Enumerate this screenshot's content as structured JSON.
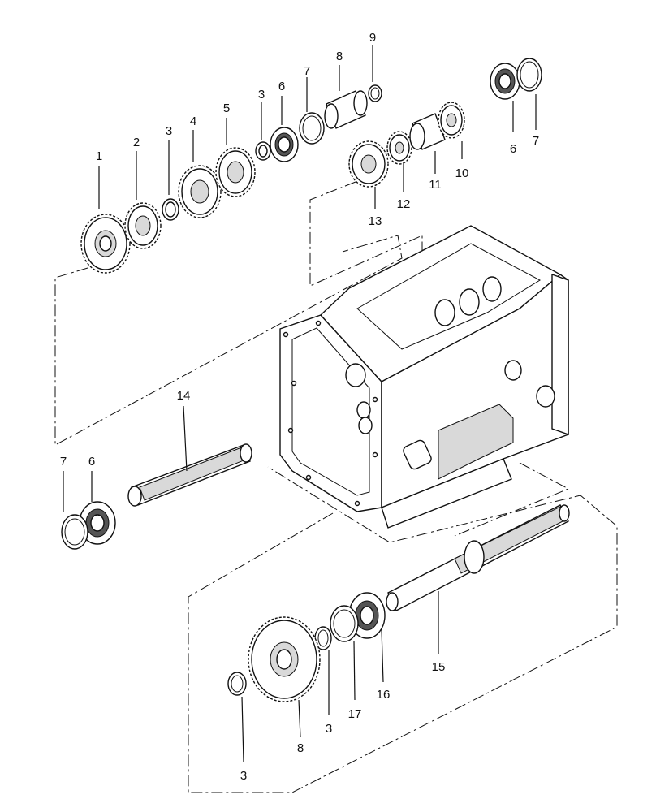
{
  "diagram": {
    "callouts": [
      {
        "id": "c1",
        "label": "1"
      },
      {
        "id": "c2",
        "label": "2"
      },
      {
        "id": "c3a",
        "label": "3"
      },
      {
        "id": "c4",
        "label": "4"
      },
      {
        "id": "c5",
        "label": "5"
      },
      {
        "id": "c3b",
        "label": "3"
      },
      {
        "id": "c6a",
        "label": "6"
      },
      {
        "id": "c7a",
        "label": "7"
      },
      {
        "id": "c8a",
        "label": "8"
      },
      {
        "id": "c9",
        "label": "9"
      },
      {
        "id": "c6b",
        "label": "6"
      },
      {
        "id": "c7b",
        "label": "7"
      },
      {
        "id": "c10",
        "label": "10"
      },
      {
        "id": "c11",
        "label": "11"
      },
      {
        "id": "c12",
        "label": "12"
      },
      {
        "id": "c13",
        "label": "13"
      },
      {
        "id": "c14",
        "label": "14"
      },
      {
        "id": "c7c",
        "label": "7"
      },
      {
        "id": "c6c",
        "label": "6"
      },
      {
        "id": "c15",
        "label": "15"
      },
      {
        "id": "c16",
        "label": "16"
      },
      {
        "id": "c17",
        "label": "17"
      },
      {
        "id": "c3c",
        "label": "3"
      },
      {
        "id": "c8b",
        "label": "8"
      },
      {
        "id": "c3d",
        "label": "3"
      }
    ],
    "colors": {
      "line": "#111111",
      "background": "#ffffff",
      "shade": "#d9d9d9"
    }
  }
}
